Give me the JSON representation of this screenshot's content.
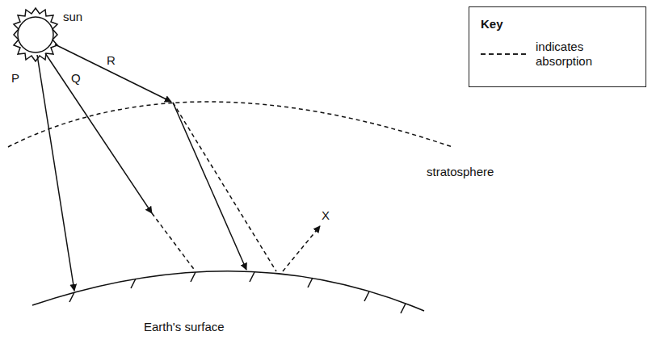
{
  "diagram": {
    "labels": [
      "sun",
      "P",
      "Q",
      "R",
      "stratosphere",
      "X",
      "Earth's surface",
      "Key"
    ],
    "legend": [
      {
        "text": "indicates absorption"
      }
    ]
  }
}
